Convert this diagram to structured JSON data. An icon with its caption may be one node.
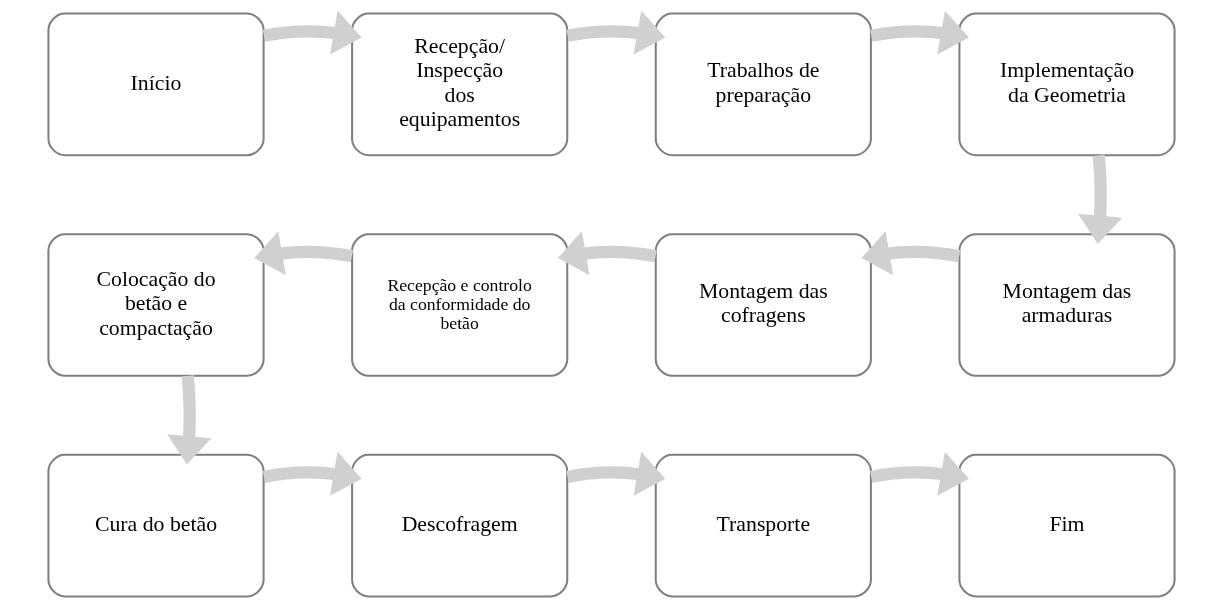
{
  "diagram": {
    "nodes": [
      {
        "text": [
          "Início"
        ]
      },
      {
        "text": [
          "Recepção/ Inspecção dos equipamentos"
        ]
      },
      {
        "text": [
          "Trabalhos de preparação"
        ]
      },
      {
        "text": [
          "Implementação da Geometria"
        ]
      },
      {
        "text": [
          "Colocação do betão e compactação"
        ]
      },
      {
        "text": [
          "Recepção e controlo da conformidade do betão"
        ]
      },
      {
        "text": [
          "Montagem das cofragens"
        ]
      },
      {
        "text": [
          "Montagem das armaduras"
        ]
      },
      {
        "text": [
          "Cura do betão"
        ]
      },
      {
        "text": [
          "Descofragem"
        ]
      },
      {
        "text": [
          "Transporte"
        ]
      },
      {
        "text": [
          "Fim"
        ]
      }
    ],
    "edges": [
      {
        "from": 0,
        "to": 1,
        "arrow": "to"
      },
      {
        "from": 1,
        "to": 2,
        "arrow": "to"
      },
      {
        "from": 2,
        "to": 3,
        "arrow": "to"
      },
      {
        "from": 3,
        "to": 7,
        "arrow": "to"
      },
      {
        "from": 7,
        "to": 6,
        "arrow": "to"
      },
      {
        "from": 6,
        "to": 5,
        "arrow": "to"
      },
      {
        "from": 5,
        "to": 4,
        "arrow": "to"
      },
      {
        "from": 4,
        "to": 8,
        "arrow": "to"
      },
      {
        "from": 8,
        "to": 9,
        "arrow": "to"
      },
      {
        "from": 9,
        "to": 10,
        "arrow": "to"
      },
      {
        "from": 10,
        "to": 11,
        "arrow": "to"
      }
    ]
  }
}
